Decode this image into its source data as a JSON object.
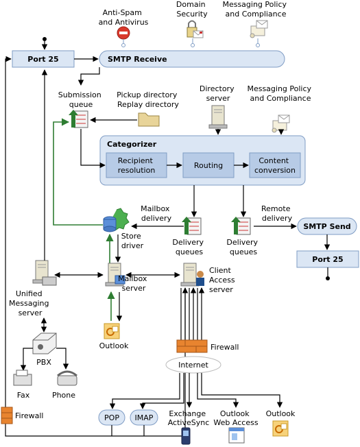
{
  "labels": {
    "anti_spam": [
      "Anti-Spam",
      "and Antivirus"
    ],
    "domain_security": [
      "Domain",
      "Security"
    ],
    "messaging_policy_top": [
      "Messaging Policy",
      "and Compliance"
    ],
    "port25_top": "Port 25",
    "smtp_receive": "SMTP Receive",
    "submission_queue": [
      "Submission",
      "queue"
    ],
    "pickup_replay": [
      "Pickup directory",
      "Replay directory"
    ],
    "directory_server": [
      "Directory",
      "server"
    ],
    "messaging_policy_mid": [
      "Messaging Policy",
      "and Compliance"
    ],
    "categorizer": "Categorizer",
    "recipient_resolution": [
      "Recipient",
      "resolution"
    ],
    "routing": "Routing",
    "content_conversion": [
      "Content",
      "conversion"
    ],
    "mailbox_delivery": [
      "Mailbox",
      "delivery"
    ],
    "remote_delivery": [
      "Remote",
      "delivery"
    ],
    "smtp_send": "SMTP Send",
    "port25_bottom": "Port 25",
    "store_driver": [
      "Store",
      "driver"
    ],
    "delivery_queues_left": [
      "Delivery",
      "queues"
    ],
    "delivery_queues_right": [
      "Delivery",
      "queues"
    ],
    "unified_messaging": [
      "Unified",
      "Messaging",
      "server"
    ],
    "mailbox_server": [
      "Mailbox",
      "server"
    ],
    "client_access": [
      "Client",
      "Access",
      "server"
    ],
    "pbx": "PBX",
    "outlook_mid": "Outlook",
    "firewall_mid": "Firewall",
    "internet": "Internet",
    "fax": "Fax",
    "phone": "Phone",
    "firewall_left": "Firewall",
    "pop": "POP",
    "imap": "IMAP",
    "exchange_activesync": [
      "Exchange",
      "ActiveSync"
    ],
    "outlook_web_access": [
      "Outlook",
      "Web Access"
    ],
    "outlook_right": "Outlook"
  },
  "colors": {
    "box_fill": "#dbe6f4",
    "inner_fill": "#b7cbe6",
    "border": "#7f9cc4",
    "green_flow": "#2e7d32"
  }
}
